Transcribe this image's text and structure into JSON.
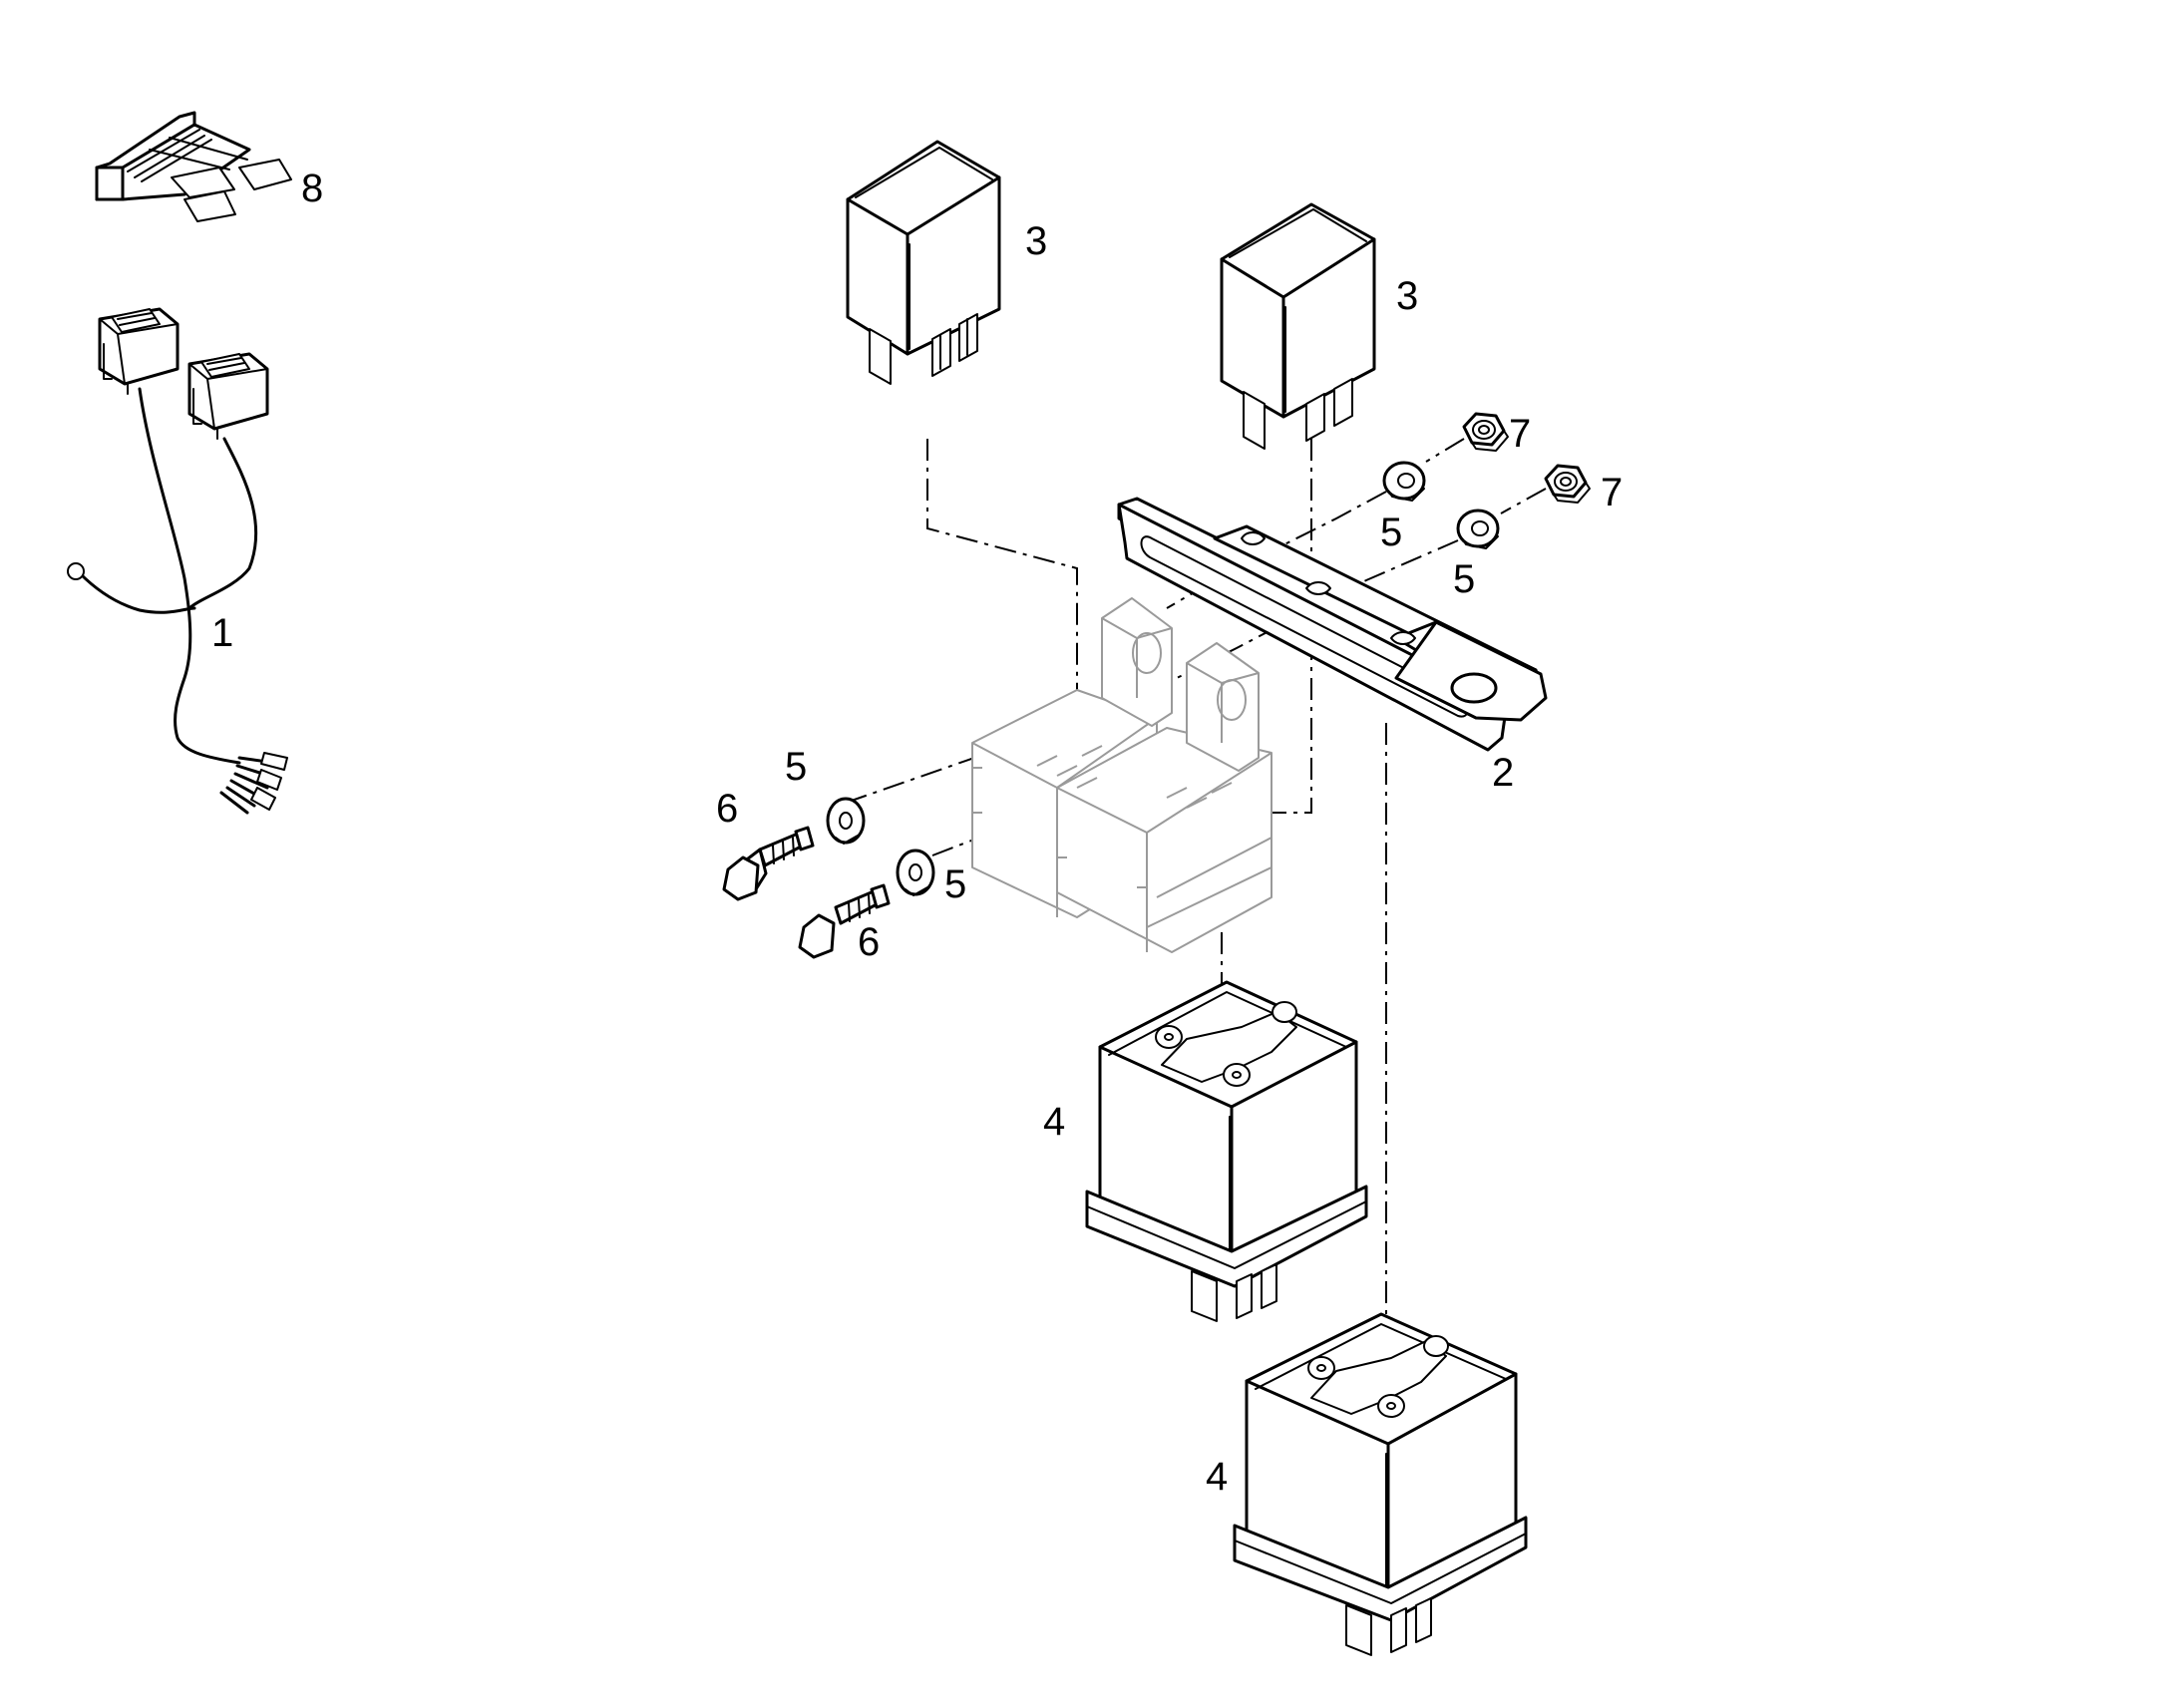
{
  "diagram": {
    "callouts": {
      "wire_harness": "1",
      "mounting_bracket": "2",
      "relay_small_a": "3",
      "relay_small_b": "3",
      "relay_large_a": "4",
      "relay_large_b": "4",
      "washer_top_a": "5",
      "washer_top_b": "5",
      "washer_left_a": "5",
      "washer_left_b": "5",
      "bolt_a": "6",
      "bolt_b": "6",
      "nut_a": "7",
      "nut_b": "7",
      "fuse": "8"
    },
    "colors": {
      "line": "#000000",
      "ghost_part": "#9a9a9a",
      "background": "#ffffff"
    }
  }
}
